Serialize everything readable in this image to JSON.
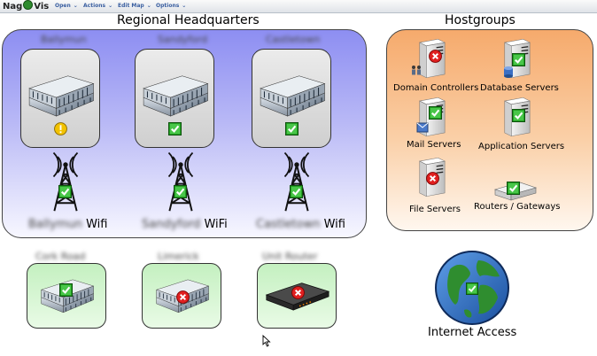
{
  "app": {
    "logo_left": "Nag",
    "logo_right": "Vis",
    "menu": [
      "Open",
      "Actions",
      "Edit Map",
      "Options"
    ]
  },
  "groups": {
    "regional": {
      "title": "Regional Headquarters"
    },
    "hostgroups": {
      "title": "Hostgroups"
    }
  },
  "sites": [
    {
      "name": "Ballymun",
      "status": "warning"
    },
    {
      "name": "Sandyford",
      "status": "ok"
    },
    {
      "name": "Castletown",
      "status": "ok"
    }
  ],
  "wifi": [
    {
      "prefix": "Ballymun",
      "label": "Wifi",
      "status": "ok"
    },
    {
      "prefix": "Sandyford",
      "label": "WiFi",
      "status": "ok"
    },
    {
      "prefix": "Castletown",
      "label": "Wifi",
      "status": "ok"
    }
  ],
  "hostgroups": [
    {
      "label": "Domain Controllers",
      "status": "critical",
      "icon": "server-icon"
    },
    {
      "label": "Database Servers",
      "status": "ok",
      "icon": "database-server-icon"
    },
    {
      "label": "Mail Servers",
      "status": "ok",
      "icon": "mail-server-icon"
    },
    {
      "label": "Application Servers",
      "status": "ok",
      "icon": "server-icon"
    },
    {
      "label": "File Servers",
      "status": "critical",
      "icon": "server-icon"
    },
    {
      "label": "Routers / Gateways",
      "status": "ok",
      "icon": "router-icon"
    }
  ],
  "remote_sites": [
    {
      "name": "Cork Road",
      "status": "ok"
    },
    {
      "name": "Limerick",
      "status": "critical"
    },
    {
      "name": "Unit Router",
      "status": "critical"
    }
  ],
  "internet": {
    "label": "Internet Access",
    "status": "ok"
  },
  "colors": {
    "ok": "#22b022",
    "critical": "#e02020",
    "warning": "#f2c200"
  }
}
